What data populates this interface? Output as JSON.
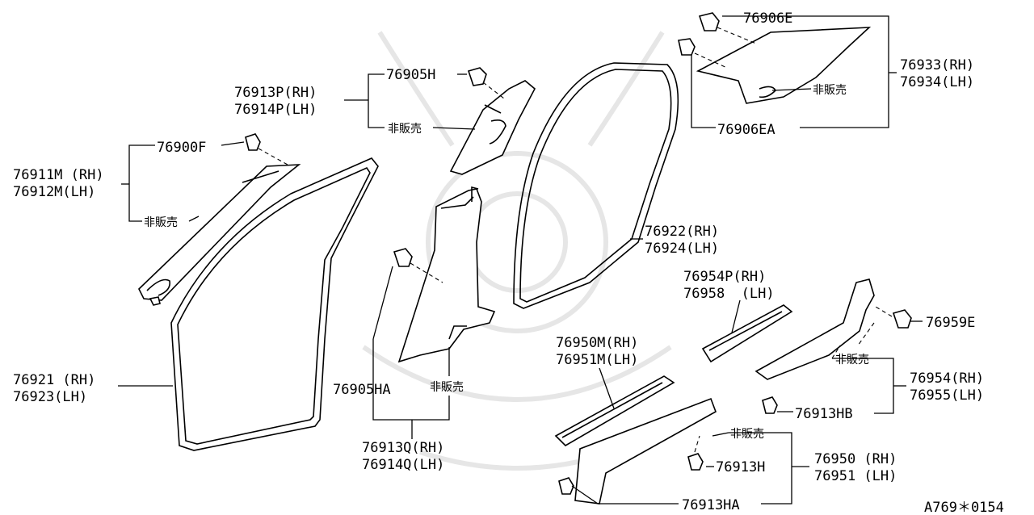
{
  "labels": {
    "p76906E": "76906E",
    "p76933": "76933(RH)",
    "p76934": "76934(LH)",
    "p76906EA": "76906EA",
    "nonsale_top_right": "非販売",
    "p76905H": "76905H",
    "p76913P": "76913P(RH)",
    "p76914P": "76914P(LH)",
    "nonsale_top_mid": "非販売",
    "p76900F": "76900F",
    "p76911M": "76911M (RH)",
    "p76912M": "76912M(LH)",
    "nonsale_left": "非販売",
    "p76922": "76922(RH)",
    "p76924": "76924(LH)",
    "p76954P": "76954P(RH)",
    "p76958": "76958  (LH)",
    "p76959E": "76959E",
    "nonsale_right": "非販売",
    "p76954": "76954(RH)",
    "p76955": "76955(LH)",
    "p76913HB": "76913HB",
    "p76950M": "76950M(RH)",
    "p76951M": "76951M(LH)",
    "p76921": "76921 (RH)",
    "p76923": "76923(LH)",
    "p76905HA": "76905HA",
    "nonsale_bpillar": "非販売",
    "p76913Q": "76913Q(RH)",
    "p76914Q": "76914Q(LH)",
    "nonsale_bottom": "非販売",
    "p76950": "76950 (RH)",
    "p76951": "76951 (LH)",
    "p76913H": "76913H",
    "p76913HA": "76913HA",
    "figure_code": "A769＊0154"
  }
}
